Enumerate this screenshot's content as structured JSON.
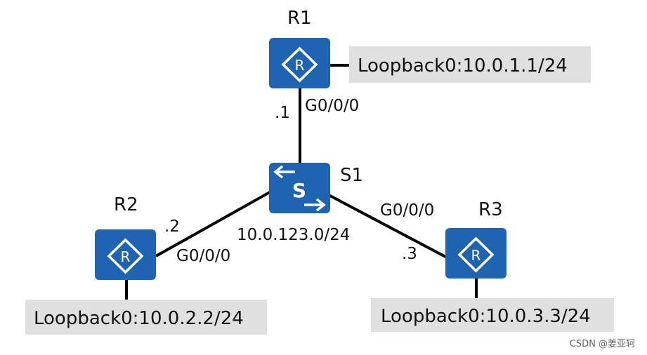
{
  "colors": {
    "device_fill": "#1f64b2",
    "icon_stroke": "#ffffff",
    "link": "#000000",
    "label_bg": "#e0e0e0",
    "watermark": "#666666"
  },
  "devices": {
    "r1": {
      "name": "R1",
      "icon": "router-icon"
    },
    "r2": {
      "name": "R2",
      "icon": "router-icon"
    },
    "r3": {
      "name": "R3",
      "icon": "router-icon"
    },
    "s1": {
      "name": "S1",
      "icon": "switch-icon"
    }
  },
  "loopbacks": {
    "r1": "Loopback0:10.0.1.1/24",
    "r2": "Loopback0:10.0.2.2/24",
    "r3": "Loopback0:10.0.3.3/24"
  },
  "links": {
    "r1": {
      "interface": "G0/0/0",
      "host": ".1"
    },
    "r2": {
      "interface": "G0/0/0",
      "host": ".2"
    },
    "r3": {
      "interface": "G0/0/0",
      "host": ".3"
    }
  },
  "network": "10.0.123.0/24",
  "watermark": "CSDN @姜亚轲"
}
